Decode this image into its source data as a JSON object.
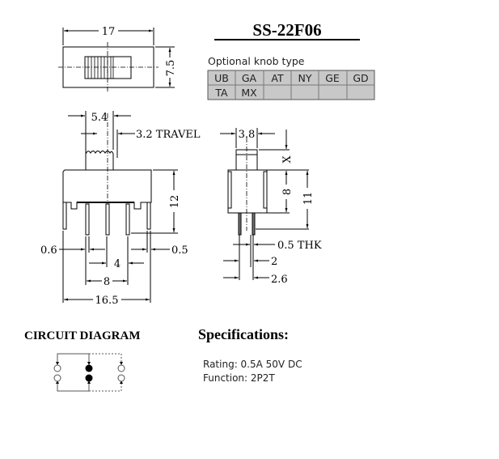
{
  "title": "SS-22F06",
  "knob_table": {
    "caption": "Optional knob type",
    "rows": [
      [
        "UB",
        "GA",
        "AT",
        "NY",
        "GE",
        "GD"
      ],
      [
        "TA",
        "MX",
        "",
        "",
        "",
        ""
      ]
    ]
  },
  "dimensions": {
    "top_width": "17",
    "top_height": "7.5",
    "knob_width": "5.4",
    "travel": "3.2 TRAVEL",
    "body_height": "12",
    "pin_width": "0.6",
    "side_pin_width": "0.5",
    "pin_pitch": "4",
    "pin_span": "8",
    "total_width": "16.5",
    "side_knob_width": "3.8",
    "knob_height": "X",
    "side_body_height": "8",
    "side_total_height": "11",
    "thickness": "0.5 THK",
    "pin_gap": "2",
    "pin_outer": "2.6"
  },
  "circuit": {
    "heading": "CIRCUIT DIAGRAM"
  },
  "specs": {
    "heading": "Specifications:",
    "rating": "Rating: 0.5A 50V DC",
    "function": "Function: 2P2T"
  },
  "colors": {
    "table_fill": "#c8c8c8",
    "ink": "#000000"
  }
}
